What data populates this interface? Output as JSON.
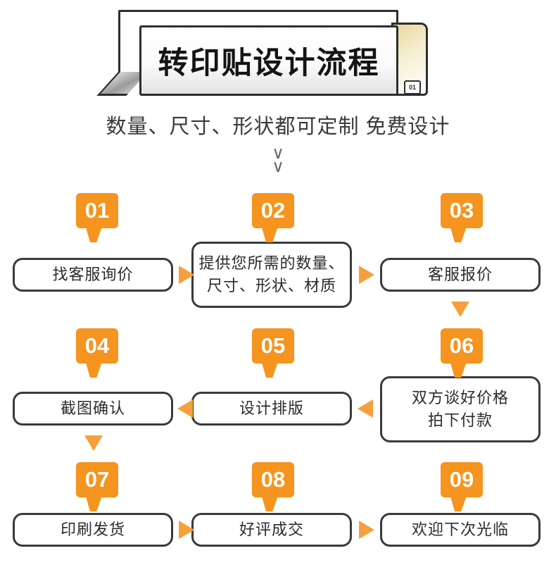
{
  "header": {
    "title": "转印贴设计流程",
    "corner_badge": "01",
    "subtitle": "数量、尺寸、形状都可定制 免费设计",
    "chevrons": [
      "∨",
      "∨"
    ]
  },
  "theme": {
    "accent": "#F5941F",
    "arrow": "#F5A03C",
    "outline": "#3A3A3A",
    "text": "#2B2B2B",
    "background": "#FFFFFF"
  },
  "flow": {
    "steps": [
      {
        "number": "01",
        "label": "找客服询价"
      },
      {
        "number": "02",
        "label": "提供您所需的数量、\n尺寸、形状、材质"
      },
      {
        "number": "03",
        "label": "客服报价"
      },
      {
        "number": "04",
        "label": "截图确认"
      },
      {
        "number": "05",
        "label": "设计排版"
      },
      {
        "number": "06",
        "label": "双方谈好价格\n拍下付款"
      },
      {
        "number": "07",
        "label": "印刷发货"
      },
      {
        "number": "08",
        "label": "好评成交"
      },
      {
        "number": "09",
        "label": "欢迎下次光临"
      }
    ],
    "connectors": [
      {
        "from": "01",
        "to": "02",
        "direction": "right"
      },
      {
        "from": "02",
        "to": "03",
        "direction": "right"
      },
      {
        "from": "03",
        "to": "06",
        "direction": "down"
      },
      {
        "from": "06",
        "to": "05",
        "direction": "left"
      },
      {
        "from": "05",
        "to": "04",
        "direction": "left"
      },
      {
        "from": "04",
        "to": "07",
        "direction": "down"
      },
      {
        "from": "07",
        "to": "08",
        "direction": "right"
      },
      {
        "from": "08",
        "to": "09",
        "direction": "right"
      }
    ]
  }
}
